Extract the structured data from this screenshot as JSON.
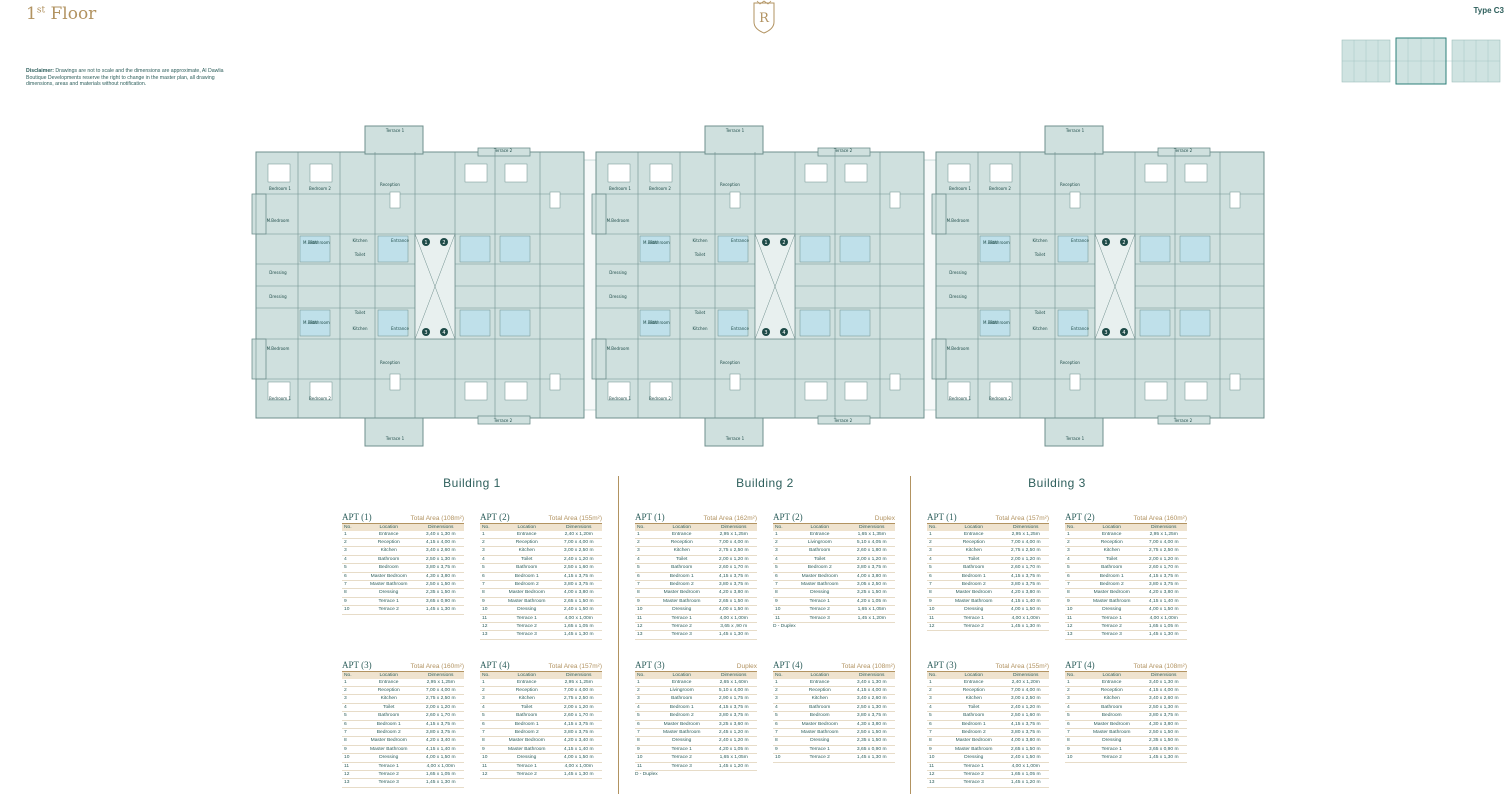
{
  "header": {
    "floor_title_main": "1",
    "floor_title_sup": "st",
    "floor_title_rest": " Floor",
    "logo_letter": "R",
    "type_label": "Type C3"
  },
  "disclaimer": {
    "label": "Disclaimer:",
    "text": " Drawings are not to scale and the dimensions are approximate, Al Dawlia Boutique Developments reserve the right to change in the master plan, all drawing dimensions, areas and materials without notification."
  },
  "colors": {
    "accent_gold": "#b29361",
    "text_teal": "#2e5f5c",
    "plan_fill": "#cfe0de",
    "plan_wall": "#6f8f8d",
    "table_header": "#efe3cf"
  },
  "plan_labels": {
    "unit_numbers": [
      "1",
      "2",
      "3",
      "4"
    ],
    "rooms": [
      "Terrace 1",
      "Terrace 2",
      "Reception",
      "Bedroom 1",
      "Bedroom 2",
      "Kitchen",
      "Entrance",
      "M.Bedroom",
      "M.Bath",
      "Toilet",
      "Dressing",
      "Bathroom",
      "Living"
    ]
  },
  "table_headers": {
    "no": "No.",
    "location": "Location",
    "dimensions": "Dimensions"
  },
  "buildings": [
    {
      "title": "Building 1",
      "apartments": [
        {
          "name": "APT (1)",
          "area": "Total Area (108m²)",
          "rows": [
            [
              "1",
              "Entrance",
              "3,40 x 1,30 m"
            ],
            [
              "2",
              "Reception",
              "4,15 x 4,00 m"
            ],
            [
              "3",
              "Kitchen",
              "3,40 x 2,60 m"
            ],
            [
              "4",
              "Bathroom",
              "2,50 x 1,30 m"
            ],
            [
              "5",
              "Bedroom",
              "3,80 x 3,75 m"
            ],
            [
              "6",
              "Master Bedroom",
              "4,30 x 3,80 m"
            ],
            [
              "7",
              "Master Bathroom",
              "2,50 x 1,50 m"
            ],
            [
              "8",
              "Dressing",
              "2,35 x 1,50 m"
            ],
            [
              "9",
              "Terrace 1",
              "3,65 x 0,90 m"
            ],
            [
              "10",
              "Terrace 2",
              "1,45 x 1,30 m"
            ]
          ]
        },
        {
          "name": "APT (2)",
          "area": "Total Area (155m²)",
          "rows": [
            [
              "1",
              "Entrance",
              "2,40 x 1,20m"
            ],
            [
              "2",
              "Reception",
              "7,00 x 4,00 m"
            ],
            [
              "3",
              "Kitchen",
              "3,00 x 2,50 m"
            ],
            [
              "4",
              "Toilet",
              "2,40 x 1,20 m"
            ],
            [
              "5",
              "Bathroom",
              "2,50 x 1,60 m"
            ],
            [
              "6",
              "Bedroom 1",
              "4,15 x 3,75 m"
            ],
            [
              "7",
              "Bedroom 2",
              "3,80 x 3,75 m"
            ],
            [
              "8",
              "Master Bedroom",
              "4,00 x 3,80 m"
            ],
            [
              "9",
              "Master Bathroom",
              "2,65 x 1,50 m"
            ],
            [
              "10",
              "Dressing",
              "2,40 x 1,50 m"
            ],
            [
              "11",
              "Terrace 1",
              "4,00 x 1,00m"
            ],
            [
              "12",
              "Terrace 2",
              "1,65 x 1,05 m"
            ],
            [
              "13",
              "Terrace 3",
              "1,45 x 1,30 m"
            ]
          ]
        },
        {
          "name": "APT (3)",
          "area": "Total Area (160m²)",
          "rows": [
            [
              "1",
              "Entrance",
              "2,95 x 1,25m"
            ],
            [
              "2",
              "Reception",
              "7,00 x 4,00 m"
            ],
            [
              "3",
              "Kitchen",
              "2,75 x 2,50 m"
            ],
            [
              "4",
              "Toilet",
              "2,00 x 1,20 m"
            ],
            [
              "5",
              "Bathroom",
              "2,60 x 1,70 m"
            ],
            [
              "6",
              "Bedroom 1",
              "4,15 x 3,75 m"
            ],
            [
              "7",
              "Bedroom 2",
              "3,80 x 3,75 m"
            ],
            [
              "8",
              "Master Bedroom",
              "4,20 x 3,40 m"
            ],
            [
              "9",
              "Master Bathroom",
              "4,15 x 1,40 m"
            ],
            [
              "10",
              "Dressing",
              "4,00 x 1,50 m"
            ],
            [
              "11",
              "Terrace 1",
              "4,00 x 1,00m"
            ],
            [
              "12",
              "Terrace 2",
              "1,65 x 1,05 m"
            ],
            [
              "13",
              "Terrace 3",
              "1,45 x 1,30 m"
            ]
          ]
        },
        {
          "name": "APT (4)",
          "area": "Total Area (157m²)",
          "rows": [
            [
              "1",
              "Entrance",
              "2,95 x 1,25m"
            ],
            [
              "2",
              "Reception",
              "7,00 x 4,00 m"
            ],
            [
              "3",
              "Kitchen",
              "2,75 x 2,50 m"
            ],
            [
              "4",
              "Toilet",
              "2,00 x 1,20 m"
            ],
            [
              "5",
              "Bathroom",
              "2,60 x 1,70 m"
            ],
            [
              "6",
              "Bedroom 1",
              "4,15 x 3,75 m"
            ],
            [
              "7",
              "Bedroom 2",
              "3,80 x 3,75 m"
            ],
            [
              "8",
              "Master Bedroom",
              "4,20 x 3,40 m"
            ],
            [
              "9",
              "Master Bathroom",
              "4,15 x 1,40 m"
            ],
            [
              "10",
              "Dressing",
              "4,00 x 1,50 m"
            ],
            [
              "11",
              "Terrace 1",
              "4,00 x 1,00m"
            ],
            [
              "12",
              "Terrace 2",
              "1,45 x 1,30 m"
            ]
          ]
        }
      ]
    },
    {
      "title": "Building 2",
      "apartments": [
        {
          "name": "APT (1)",
          "area": "Total Area (162m²)",
          "rows": [
            [
              "1",
              "Entrance",
              "2,95 x 1,25m"
            ],
            [
              "2",
              "Reception",
              "7,00 x 4,00 m"
            ],
            [
              "3",
              "Kitchen",
              "2,75 x 2,50 m"
            ],
            [
              "4",
              "Toilet",
              "2,00 x 1,20 m"
            ],
            [
              "5",
              "Bathroom",
              "2,60 x 1,70 m"
            ],
            [
              "6",
              "Bedroom 1",
              "4,15 x 3,75 m"
            ],
            [
              "7",
              "Bedroom 2",
              "3,80 x 3,75 m"
            ],
            [
              "8",
              "Master Bedroom",
              "4,20 x 3,80 m"
            ],
            [
              "9",
              "Master Bathroom",
              "2,65 x 1,50 m"
            ],
            [
              "10",
              "Dressing",
              "4,00 x 1,50 m"
            ],
            [
              "11",
              "Terrace 1",
              "4,00 x 1,00m"
            ],
            [
              "12",
              "Terrace 2",
              "3,65 x ,90 m"
            ],
            [
              "13",
              "Terrace 3",
              "1,45 x 1,30 m"
            ]
          ]
        },
        {
          "name": "APT (2)",
          "area": "Duplex",
          "rows": [
            [
              "1",
              "Entrance",
              "1,65 x 1,35m"
            ],
            [
              "2",
              "Livingroom",
              "5,10 x 4,05 m"
            ],
            [
              "3",
              "Bathroom",
              "2,60 x 1,80 m"
            ],
            [
              "4",
              "Toilet",
              "2,00 x 1,20 m"
            ],
            [
              "5",
              "Bedroom 2",
              "3,80 x 3,75 m"
            ],
            [
              "6",
              "Master Bedroom",
              "4,00 x 3,80 m"
            ],
            [
              "7",
              "Master Bathroom",
              "3,05 x 2,50 m"
            ],
            [
              "8",
              "Dressing",
              "3,25 x 1,50 m"
            ],
            [
              "9",
              "Terrace 1",
              "4,20 x 1,05 m"
            ],
            [
              "10",
              "Terrace 2",
              "1,65 x 1,05m"
            ],
            [
              "11",
              "Terrace 3",
              "1,45 x 1,20m"
            ]
          ],
          "note": "D - Duplex"
        },
        {
          "name": "APT (3)",
          "area": "Duplex",
          "rows": [
            [
              "1",
              "Entrance",
              "2,65 x 1,60m"
            ],
            [
              "2",
              "Livingroom",
              "5,10 x 4,00 m"
            ],
            [
              "3",
              "Bathroom",
              "2,90 x 1,75 m"
            ],
            [
              "4",
              "Bedroom 1",
              "4,15 x 3,75 m"
            ],
            [
              "5",
              "Bedroom 2",
              "3,80 x 3,75 m"
            ],
            [
              "6",
              "Master Bedroom",
              "3,25 x 3,60 m"
            ],
            [
              "7",
              "Master Bathroom",
              "2,45 x 1,20 m"
            ],
            [
              "8",
              "Dressing",
              "2,40 x 1,20 m"
            ],
            [
              "9",
              "Terrace 1",
              "4,20 x 1,05 m"
            ],
            [
              "10",
              "Terrace 2",
              "1,65 x 1,05m"
            ],
            [
              "11",
              "Terrace 3",
              "1,45 x 1,20 m"
            ]
          ],
          "note": "D - Duplex"
        },
        {
          "name": "APT (4)",
          "area": "Total Area (108m²)",
          "rows": [
            [
              "1",
              "Entrance",
              "3,40 x 1,30 m"
            ],
            [
              "2",
              "Reception",
              "4,15 x 4,00 m"
            ],
            [
              "3",
              "Kitchen",
              "3,40 x 2,60 m"
            ],
            [
              "4",
              "Bathroom",
              "2,50 x 1,30 m"
            ],
            [
              "5",
              "Bedroom",
              "3,80 x 3,75 m"
            ],
            [
              "6",
              "Master Bedroom",
              "4,30 x 3,80 m"
            ],
            [
              "7",
              "Master Bathroom",
              "2,50 x 1,50 m"
            ],
            [
              "8",
              "Dressing",
              "2,35 x 1,50 m"
            ],
            [
              "9",
              "Terrace 1",
              "3,65 x 0,90 m"
            ],
            [
              "10",
              "Terrace 2",
              "1,45 x 1,30 m"
            ]
          ]
        }
      ]
    },
    {
      "title": "Building 3",
      "apartments": [
        {
          "name": "APT (1)",
          "area": "Total Area (157m²)",
          "rows": [
            [
              "1",
              "Entrance",
              "2,95 x 1,25m"
            ],
            [
              "2",
              "Reception",
              "7,00 x 4,00 m"
            ],
            [
              "3",
              "Kitchen",
              "2,75 x 2,50 m"
            ],
            [
              "4",
              "Toilet",
              "2,00 x 1,20 m"
            ],
            [
              "5",
              "Bathroom",
              "2,60 x 1,70 m"
            ],
            [
              "6",
              "Bedroom 1",
              "4,15 x 3,75 m"
            ],
            [
              "7",
              "Bedroom 2",
              "3,80 x 3,75 m"
            ],
            [
              "8",
              "Master Bedroom",
              "4,20 x 3,80 m"
            ],
            [
              "9",
              "Master Bathroom",
              "4,15 x 1,40 m"
            ],
            [
              "10",
              "Dressing",
              "4,00 x 1,50 m"
            ],
            [
              "11",
              "Terrace 1",
              "4,00 x 1,00m"
            ],
            [
              "12",
              "Terrace 2",
              "1,45 x 1,30 m"
            ]
          ]
        },
        {
          "name": "APT (2)",
          "area": "Total Area (160m²)",
          "rows": [
            [
              "1",
              "Entrance",
              "2,95 x 1,25m"
            ],
            [
              "2",
              "Reception",
              "7,00 x 4,00 m"
            ],
            [
              "3",
              "Kitchen",
              "2,75 x 2,50 m"
            ],
            [
              "4",
              "Toilet",
              "2,00 x 1,20 m"
            ],
            [
              "5",
              "Bathroom",
              "2,60 x 1,70 m"
            ],
            [
              "6",
              "Bedroom 1",
              "4,15 x 3,75 m"
            ],
            [
              "7",
              "Bedroom 2",
              "3,80 x 3,75 m"
            ],
            [
              "8",
              "Master Bedroom",
              "4,20 x 3,80 m"
            ],
            [
              "9",
              "Master Bathroom",
              "4,15 x 1,40 m"
            ],
            [
              "10",
              "Dressing",
              "4,00 x 1,50 m"
            ],
            [
              "11",
              "Terrace 1",
              "4,00 x 1,00m"
            ],
            [
              "12",
              "Terrace 2",
              "1,65 x 1,05 m"
            ],
            [
              "13",
              "Terrace 3",
              "1,45 x 1,30 m"
            ]
          ]
        },
        {
          "name": "APT (3)",
          "area": "Total Area (155m²)",
          "rows": [
            [
              "1",
              "Entrance",
              "2,40 x 1,20m"
            ],
            [
              "2",
              "Reception",
              "7,00 x 4,00 m"
            ],
            [
              "3",
              "Kitchen",
              "3,00 x 2,50 m"
            ],
            [
              "4",
              "Toilet",
              "2,40 x 1,20 m"
            ],
            [
              "5",
              "Bathroom",
              "2,50 x 1,60 m"
            ],
            [
              "6",
              "Bedroom 1",
              "4,15 x 3,75 m"
            ],
            [
              "7",
              "Bedroom 2",
              "3,80 x 3,75 m"
            ],
            [
              "8",
              "Master Bedroom",
              "4,00 x 3,80 m"
            ],
            [
              "9",
              "Master Bathroom",
              "2,65 x 1,50 m"
            ],
            [
              "10",
              "Dressing",
              "2,40 x 1,50 m"
            ],
            [
              "11",
              "Terrace 1",
              "4,00 x 1,00m"
            ],
            [
              "12",
              "Terrace 2",
              "1,65 x 1,05 m"
            ],
            [
              "13",
              "Terrace 3",
              "1,45 x 1,20 m"
            ]
          ]
        },
        {
          "name": "APT (4)",
          "area": "Total Area (108m²)",
          "rows": [
            [
              "1",
              "Entrance",
              "3,40 x 1,30 m"
            ],
            [
              "2",
              "Reception",
              "4,15 x 4,00 m"
            ],
            [
              "3",
              "Kitchen",
              "3,40 x 2,60 m"
            ],
            [
              "4",
              "Bathroom",
              "2,50 x 1,30 m"
            ],
            [
              "5",
              "Bedroom",
              "3,80 x 3,75 m"
            ],
            [
              "6",
              "Master Bedroom",
              "4,30 x 3,80 m"
            ],
            [
              "7",
              "Master Bathroom",
              "2,50 x 1,50 m"
            ],
            [
              "8",
              "Dressing",
              "2,35 x 1,50 m"
            ],
            [
              "9",
              "Terrace 1",
              "3,65 x 0,90 m"
            ],
            [
              "10",
              "Terrace 2",
              "1,45 x 1,30 m"
            ]
          ]
        }
      ]
    }
  ]
}
